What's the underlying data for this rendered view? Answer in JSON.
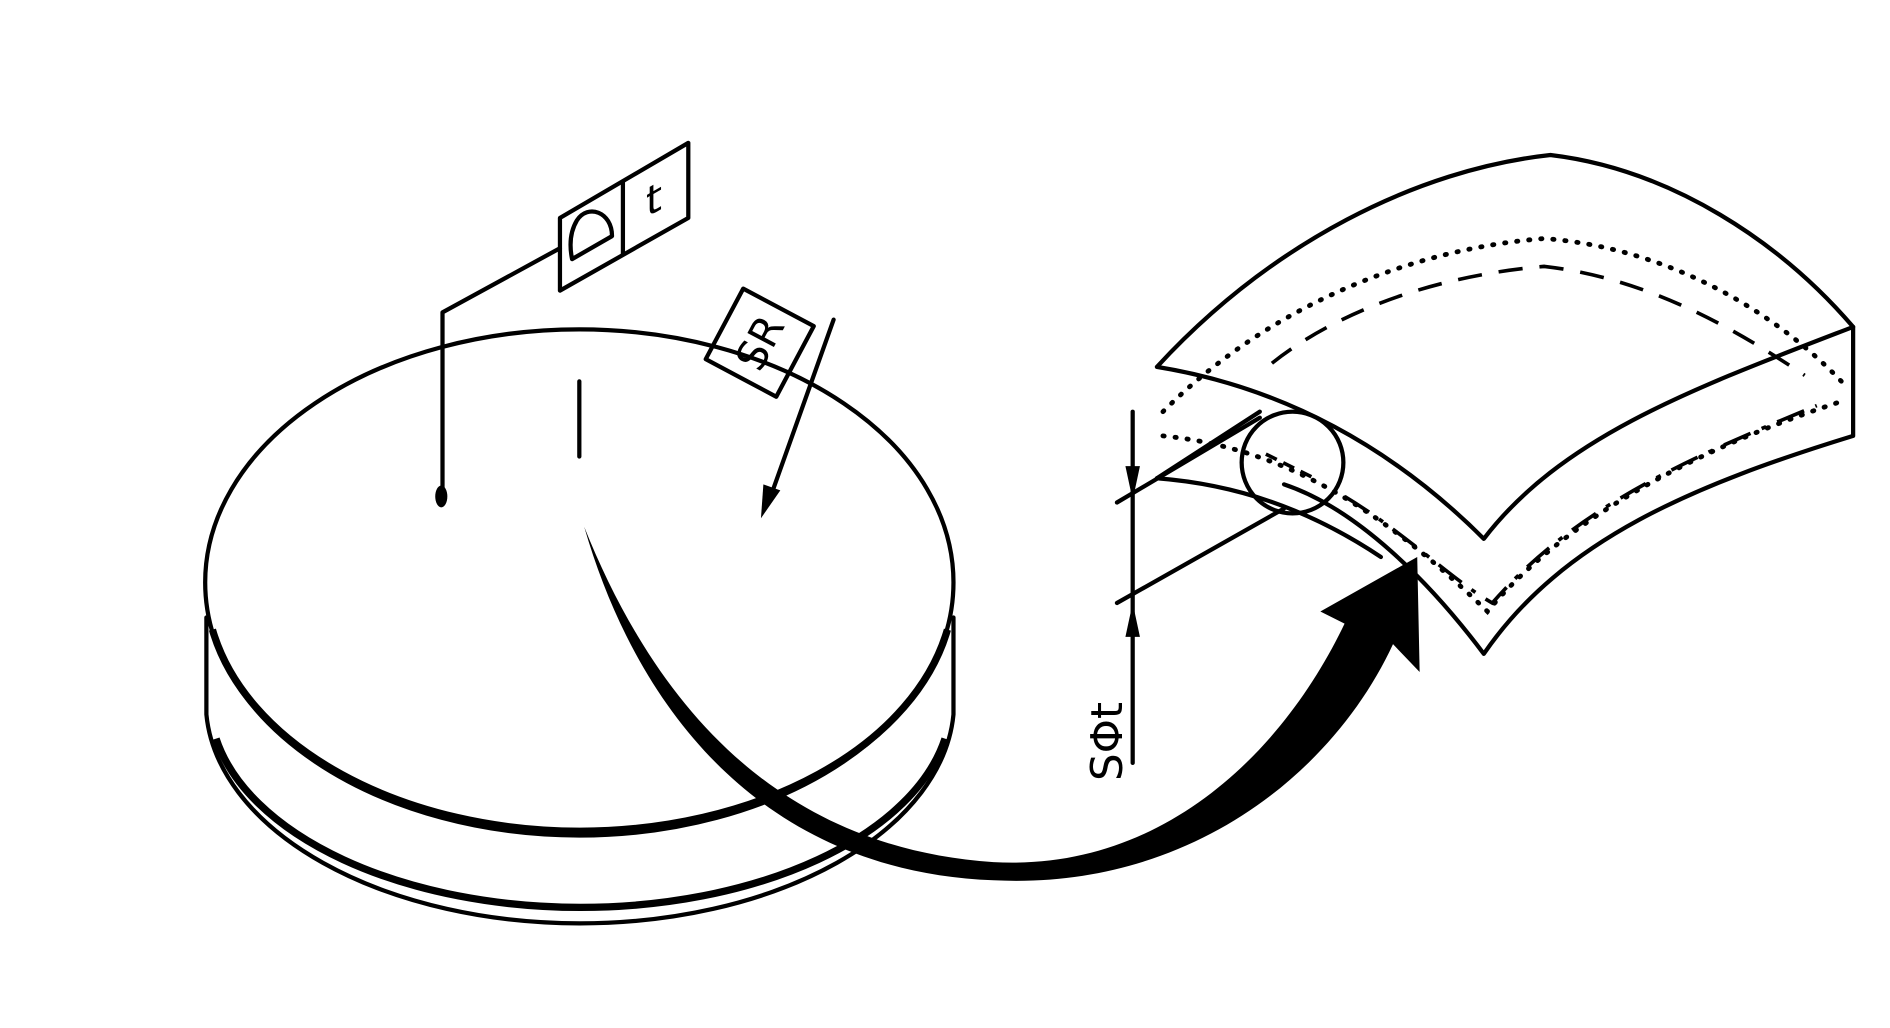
{
  "diagram": {
    "flag_symbol": "profile-of-surface",
    "flag_tolerance": "t",
    "sr_label": "SR",
    "dimension_label": "SΦt",
    "colors": {
      "ink": "#000000",
      "background": "#ffffff"
    }
  }
}
